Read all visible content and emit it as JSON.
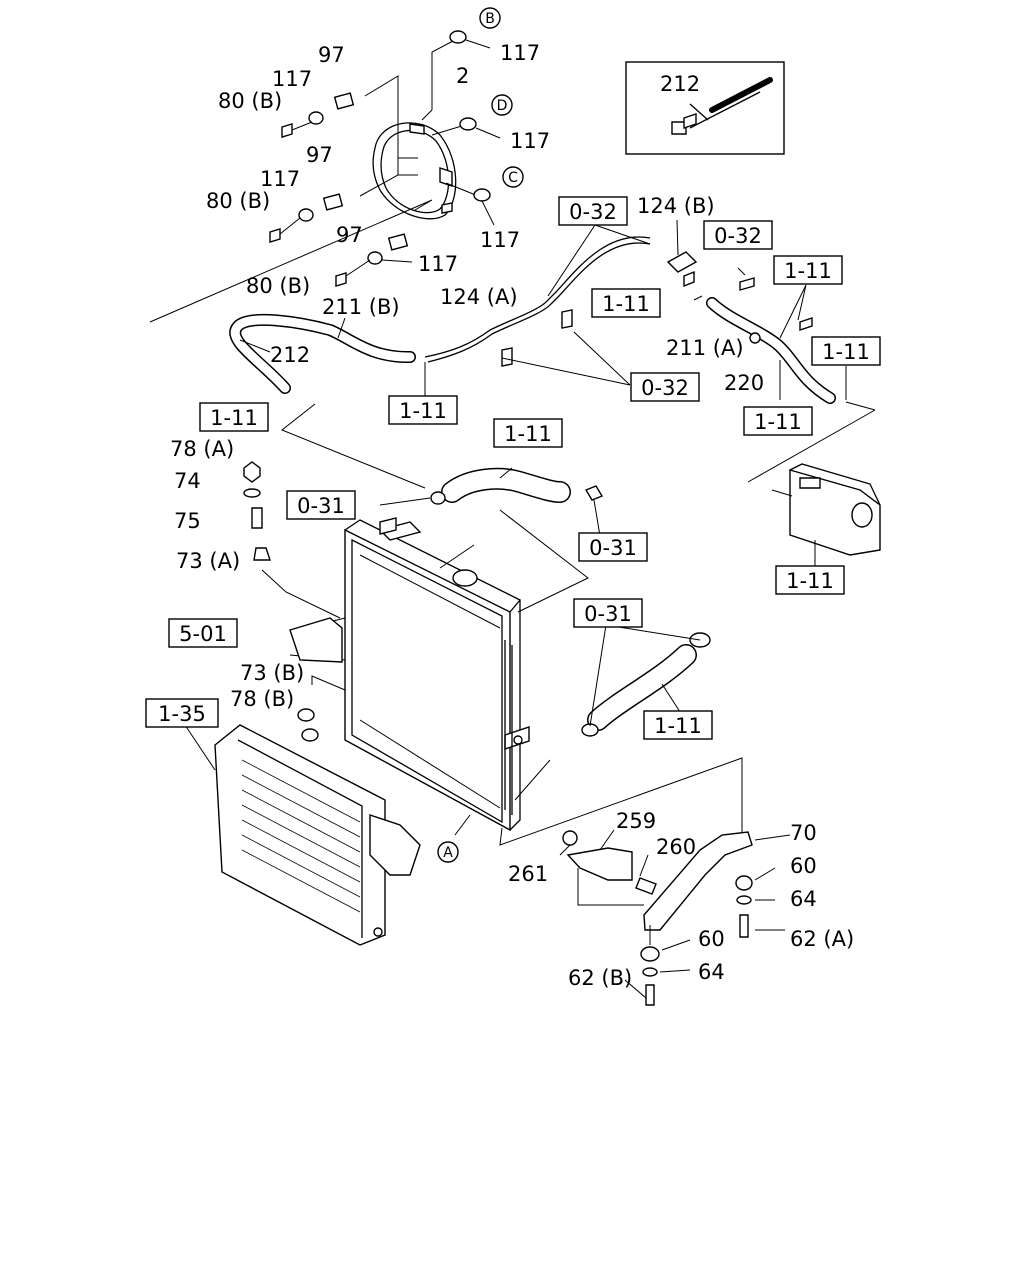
{
  "labels": {
    "p117a": "117",
    "p97a": "97",
    "p117b": "117",
    "p80Ba": "80 (B)",
    "p2": "2",
    "p117c": "117",
    "p97b": "97",
    "p117d": "117",
    "p80Bb": "80 (B)",
    "p117e": "117",
    "p97c": "97",
    "p117f": "117",
    "p80Bc": "80 (B)",
    "p124B": "124 (B)",
    "p211B": "211 (B)",
    "p124A": "124 (A)",
    "p212a": "212",
    "p212b": "212",
    "p211A": "211 (A)",
    "p220": "220",
    "p78A": "78 (A)",
    "p74": "74",
    "p75": "75",
    "p73A": "73 (A)",
    "p73B": "73 (B)",
    "p78B": "78 (B)",
    "p259": "259",
    "p70": "70",
    "p260": "260",
    "p261": "261",
    "p60a": "60",
    "p64a": "64",
    "p62A": "62 (A)",
    "p60b": "60",
    "p64b": "64",
    "p62B": "62 (B)"
  },
  "refs": {
    "r032a": "0-32",
    "r032b": "0-32",
    "r032c": "0-32",
    "r111a": "1-11",
    "r111b": "1-11",
    "r111c": "1-11",
    "r111d": "1-11",
    "r111e": "1-11",
    "r111f": "1-11",
    "r111g": "1-11",
    "r111h": "1-11",
    "r111i": "1-11",
    "r031a": "0-31",
    "r031b": "0-31",
    "r031c": "0-31",
    "r501": "5-01",
    "r135": "1-35"
  },
  "circles": {
    "B": "B",
    "D": "D",
    "C": "C",
    "A": "A"
  },
  "icons": [
    "radiator",
    "intercooler",
    "fan-shroud",
    "reservoir-tank",
    "hose",
    "clamp",
    "bolt",
    "bracket"
  ]
}
